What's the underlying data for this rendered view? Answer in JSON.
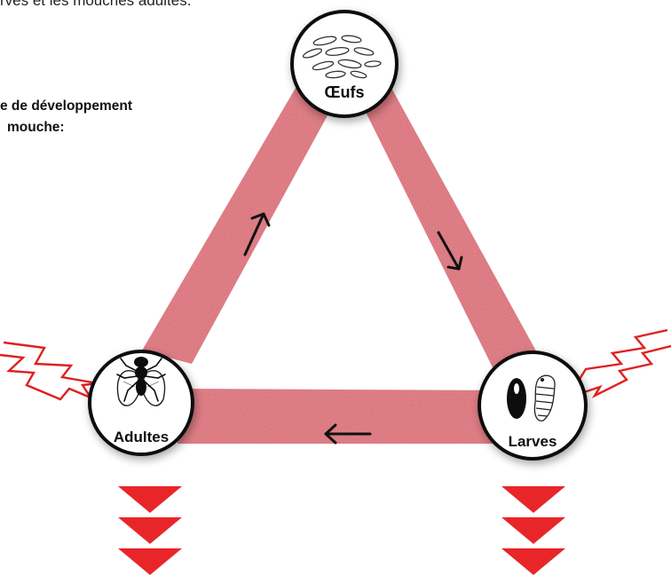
{
  "header": {
    "intro_fragment": "rves et les mouches adultes."
  },
  "side_title": {
    "line1": "e de développement",
    "line2": "mouche:"
  },
  "cycle": {
    "stages": [
      {
        "key": "eggs",
        "label": "Œufs"
      },
      {
        "key": "larvae",
        "label": "Larves"
      },
      {
        "key": "adults",
        "label": "Adultes"
      }
    ],
    "band_color": "#d9646e",
    "arrow_color": "#111111",
    "node_border_color": "#111111"
  },
  "indicators": {
    "lightning_color": "#e02020",
    "triangle_color": "#e8262a",
    "chevron_count_per_stage": 3
  }
}
